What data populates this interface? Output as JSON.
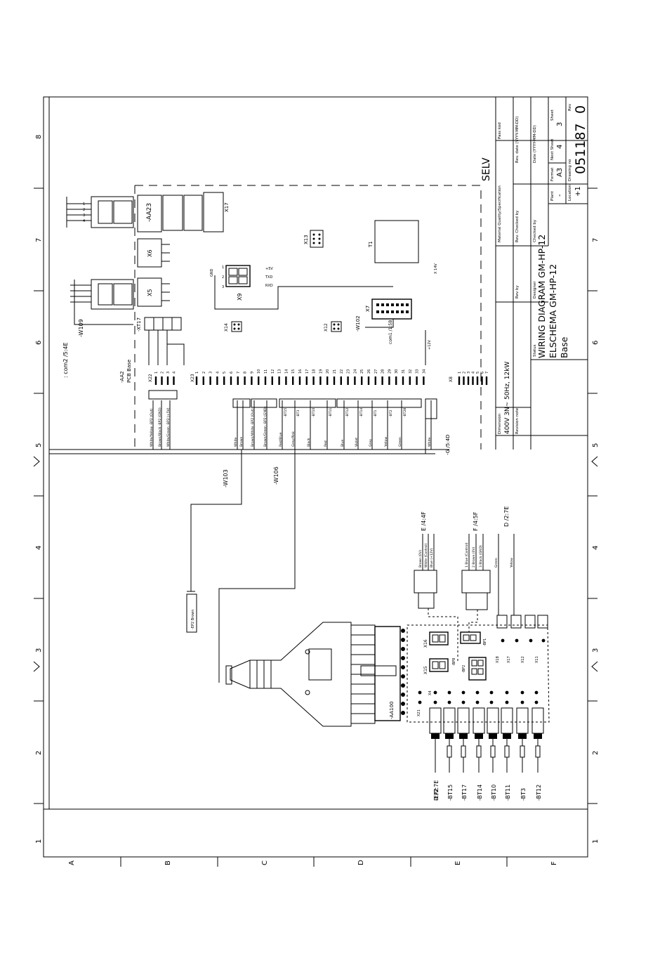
{
  "zones": {
    "top_numbers": [
      "8",
      "7",
      "6",
      "5",
      "4",
      "3",
      "2",
      "1"
    ],
    "right_numbers": [
      "7",
      "6",
      "5",
      "4",
      "3",
      "2",
      "1"
    ],
    "bottom_letters": [
      "A",
      "B",
      "C",
      "D",
      "E",
      "F"
    ]
  },
  "boundary_label": "SELV",
  "title_block": {
    "pass_kod_label": "Pass kod",
    "rev_date_label": "Rev. date (YYYY-MM-DD)",
    "date_label": "Date (YYYY-MM-DD)",
    "sheet_label": "Sheet",
    "sheet": "3",
    "next_sheet_label": "Next Sheet",
    "next_sheet": "4",
    "format_label": "Format",
    "format": "A3",
    "drawing_no_label": "Drawing no",
    "drawing_no": "051187",
    "rev_label": "Rev",
    "rev": "0",
    "material_label": "Material Quality/Specification",
    "rev_checked_by_label": "Rev. Checked by",
    "checked_by_label": "Checked by",
    "plant_label": "Plant",
    "plant": "-",
    "location_label": "Location",
    "location": "+1",
    "rev_by_label": "Rev by",
    "designer_label": "Designer",
    "status_label": "Status",
    "title_line1": "WIRING DIAGRAM GM-HP-12",
    "title_line2": "ELSCHEMA GM-HP-12",
    "title_line3": "Base",
    "dimension_label": "Dimension",
    "dimension": "400V 3N~ 50Hz, 12kW",
    "revision_note_label": "Revision note"
  },
  "components": {
    "aa23": "-AA23",
    "x5": "X5",
    "x6": "X6",
    "x9": "X9",
    "x13": "X13",
    "x7": "X7",
    "x14": "X14",
    "x12": "X12",
    "t1": "T1",
    "x17": "X17",
    "xt17": "-XT17",
    "x22": "X22",
    "x23": "X23",
    "x8": "X8",
    "aa2": "-AA2",
    "aa2_sub": "PCB Base",
    "aa100": "-AA100",
    "w109": "-W109",
    "w102": "-W102",
    "w103": "-W103",
    "w106": "-W106",
    "conn_x15": "X15",
    "conn_x16": "X16",
    "conn_x18": "X18",
    "conn_x17b": "X17",
    "conn_x12b": "X12",
    "conn_x11": "X11",
    "conn_x4": "X4",
    "conn_x21": "X21",
    "bp1": "-BP1",
    "bp2": "-BP2",
    "bp8": "-BP8"
  },
  "refs": {
    "com2": ": com2 /5:4E",
    "com1": "com1 /1:5B",
    "g_ref": "-G /5:4D",
    "ref_e": "E /4:4F",
    "ref_f": "F /4:5F",
    "ref_d": "D /2:7E",
    "ref_d_bottom": "D /2:7E",
    "v12": "+12V",
    "v14": "X 14V"
  },
  "x9_pins": [
    "GND",
    "1",
    "2",
    "3",
    "+5V",
    "TXD",
    "RXD"
  ],
  "x8_pins": [
    "1",
    "2",
    "3",
    "4",
    "5",
    "6",
    "7"
  ],
  "x22_pins": [
    "1",
    "2",
    "3",
    "4"
  ],
  "x23_pins": [
    "1",
    "2",
    "3",
    "4",
    "5",
    "6",
    "7",
    "8",
    "9",
    "10",
    "11",
    "12",
    "13",
    "14",
    "15",
    "16",
    "17",
    "18",
    "19",
    "20",
    "21",
    "22",
    "23",
    "24",
    "25",
    "26",
    "27",
    "28",
    "29",
    "30",
    "31",
    "32",
    "33",
    "34"
  ],
  "wire_labels": [
    "White/Yellow -BP2 (Out)",
    "Brown/Black -BP2 (GND)",
    "White/Green -BP2 (+5V)",
    "White",
    "Brown",
    "Brown/White -BP2 (Out)",
    "Brown/Green -BP2 (GND)",
    "Red/Blue",
    "Grey/Pink",
    "Black",
    "Red",
    "Blue",
    "Violet",
    "Grey",
    "Yellow",
    "Green",
    "White"
  ],
  "sensor_codes": [
    "-BT15",
    "-BT3",
    "-BT10",
    "-BT11",
    "-BT12",
    "-BT14",
    "-BT1",
    "-BT2",
    "-BT28"
  ],
  "bottom_labels": [
    "-EP2",
    "-BT15",
    "-BT17",
    "-BT14",
    "-BT10",
    "-BT11",
    "-BT3",
    "-BT12"
  ],
  "e_connector_wires": [
    "Brown (0V)",
    "White (Control)",
    "Blue (+12V)"
  ],
  "f_connector_wires": [
    "1 Blue (Control)",
    "2 Brown (0V)",
    "3 Black (GND)"
  ],
  "d_connector_wires": [
    "Green",
    "Yellow"
  ],
  "small_label": "-EP2 Brown",
  "left_tag_xt17": "-XT17",
  "pin_numbers_aa23": [
    "1",
    "2",
    "3",
    "4"
  ]
}
